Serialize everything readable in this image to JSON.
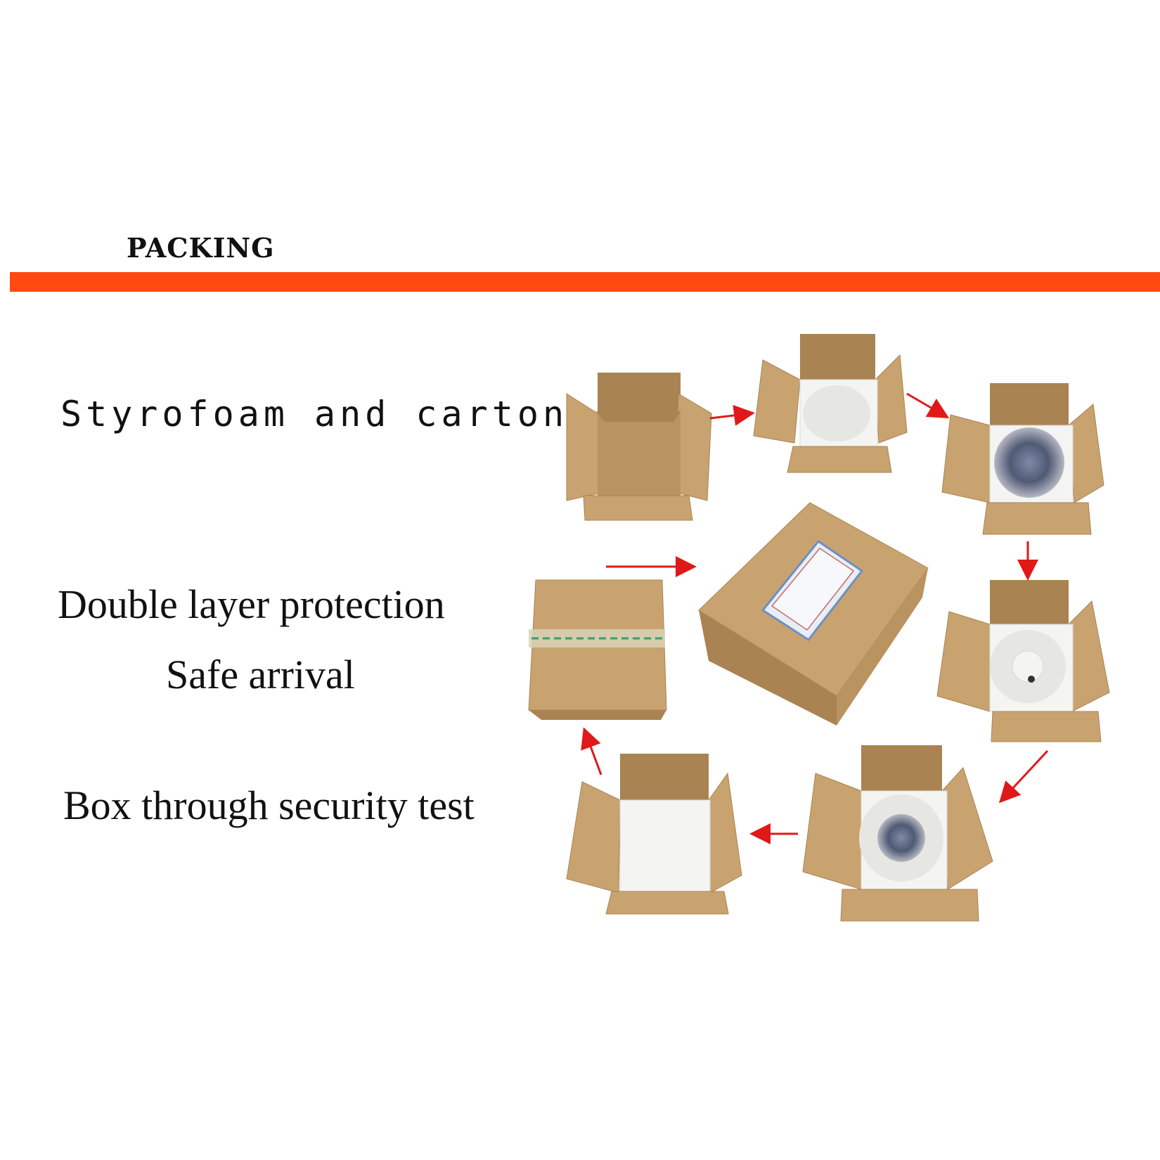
{
  "header": {
    "title": "PACKING"
  },
  "captions": {
    "line1": "Styrofoam and cartons",
    "line2": "Double layer protection",
    "line3": "Safe arrival",
    "line4": "Box through security test"
  },
  "colors": {
    "accent_bar": "#ff4a12",
    "arrow": "#e01818",
    "cardboard": "#c9a36f",
    "cardboard_dark": "#a98352",
    "cardboard_inner": "#b99460",
    "foam": "#f4f4f2"
  },
  "steps": [
    {
      "name": "empty-open-box"
    },
    {
      "name": "foam-lined-box"
    },
    {
      "name": "product-in-foam-box"
    },
    {
      "name": "foam-insert-box"
    },
    {
      "name": "product-in-insert-box"
    },
    {
      "name": "foam-covered-box"
    },
    {
      "name": "closed-taped-box"
    },
    {
      "name": "labeled-outer-carton"
    }
  ]
}
